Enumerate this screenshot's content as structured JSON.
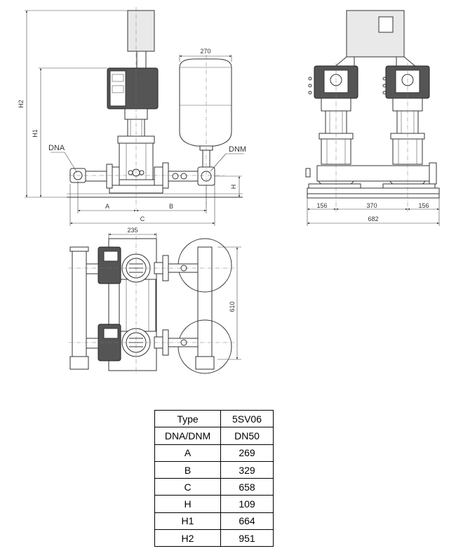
{
  "labels": {
    "dna": "DNA",
    "dnm": "DNM",
    "a": "A",
    "b": "B",
    "c": "C",
    "h": "H",
    "h1": "H1",
    "h2": "H2"
  },
  "dimensions": {
    "tank_width": "270",
    "plan_width": "235",
    "plan_depth": "610",
    "rear_left": "156",
    "rear_center": "370",
    "rear_right": "156",
    "rear_total": "682"
  },
  "table": [
    {
      "key": "Type",
      "value": "5SV06"
    },
    {
      "key": "DNA/DNM",
      "value": "DN50"
    },
    {
      "key": "A",
      "value": "269"
    },
    {
      "key": "B",
      "value": "329"
    },
    {
      "key": "C",
      "value": "658"
    },
    {
      "key": "H",
      "value": "109"
    },
    {
      "key": "H1",
      "value": "664"
    },
    {
      "key": "H2",
      "value": "951"
    }
  ]
}
